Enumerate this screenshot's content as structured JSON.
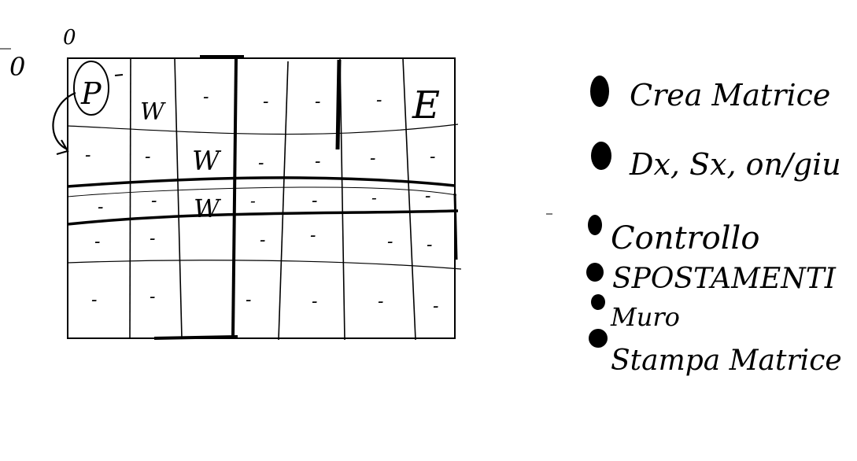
{
  "axis_marks": {
    "x_origin": "0",
    "y_origin": "0"
  },
  "grid": {
    "cells": [
      [
        "P",
        "W",
        "-",
        "-",
        "-",
        "-",
        "E"
      ],
      [
        "-",
        "-",
        "W",
        "-",
        "-",
        "-",
        "-"
      ],
      [
        "-",
        "-",
        "W",
        "-",
        "-",
        "-",
        "-"
      ],
      [
        "-",
        "-",
        "",
        "-",
        "-",
        "-",
        "-"
      ],
      [
        "-",
        "-",
        "",
        "-",
        "-",
        "-",
        "-"
      ]
    ]
  },
  "steps": [
    {
      "label": "Crea Matrice"
    },
    {
      "label": "Dx, Sx, on/giu"
    },
    {
      "label": "Controllo"
    },
    {
      "label": "SPOSTAMENTI"
    },
    {
      "label": "Muro"
    },
    {
      "label": "Stampa Matrice"
    }
  ]
}
